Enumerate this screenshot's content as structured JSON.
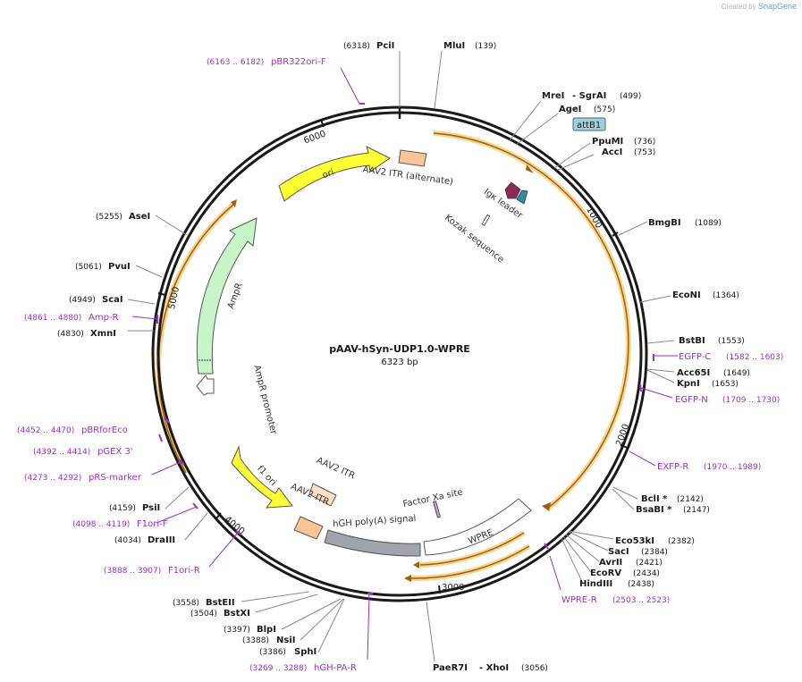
{
  "credit": {
    "prefix": "Created by",
    "brand": "SnapGene"
  },
  "plasmid": {
    "name": "pAAV-hSyn-UDP1.0-WPRE",
    "length_label": "6323 bp"
  },
  "ticks": [
    "1000",
    "2000",
    "3000",
    "4000",
    "5000",
    "6000"
  ],
  "features": [
    {
      "id": "ori",
      "label": "ori",
      "color": "#ffff33"
    },
    {
      "id": "aav2-itr-alt",
      "label": "AAV2 ITR (alternate)",
      "color": "#f9c596"
    },
    {
      "id": "attb1",
      "label": "attB1",
      "color": "#9fd0dc"
    },
    {
      "id": "igk-leader",
      "label": "Igκ leader",
      "color": "#8c2b58"
    },
    {
      "id": "kozak",
      "label": "Kozak sequence",
      "color": "#ffffff"
    },
    {
      "id": "ampr",
      "label": "AmpR",
      "color": "#c8f5c8"
    },
    {
      "id": "ampr-promoter",
      "label": "AmpR promoter",
      "color": "#ffffff"
    },
    {
      "id": "f1-ori",
      "label": "f1 ori",
      "color": "#ffff33"
    },
    {
      "id": "aav2-itr-1",
      "label": "AAV2 ITR",
      "color": "#fde0c4"
    },
    {
      "id": "aav2-itr-2",
      "label": "AAV2 ITR",
      "color": "#f9c596"
    },
    {
      "id": "hgh-polya",
      "label": "hGH poly(A) signal",
      "color": "#a0a4ac"
    },
    {
      "id": "factor-xa",
      "label": "Factor Xa site",
      "color": "#d9a0c0"
    },
    {
      "id": "wpre",
      "label": "WPRE",
      "color": "#ffffff"
    }
  ],
  "sites": [
    {
      "name": "PciI",
      "pos": "(6318)"
    },
    {
      "name": "MluI",
      "pos": "(139)"
    },
    {
      "name": "MreI",
      "name2": "- SgrAI",
      "pos": "(499)"
    },
    {
      "name": "AgeI",
      "pos": "(575)"
    },
    {
      "name": "PpuMI",
      "pos": "(736)"
    },
    {
      "name": "AccI",
      "pos": "(753)"
    },
    {
      "name": "BmgBI",
      "pos": "(1089)"
    },
    {
      "name": "EcoNI",
      "pos": "(1364)"
    },
    {
      "name": "BstBI",
      "pos": "(1553)"
    },
    {
      "name": "Acc65I",
      "pos": "(1649)"
    },
    {
      "name": "KpnI",
      "pos": "(1653)"
    },
    {
      "name": "BclI *",
      "pos": "(2142)"
    },
    {
      "name": "BsaBI *",
      "pos": "(2147)"
    },
    {
      "name": "Eco53kI",
      "pos": "(2382)"
    },
    {
      "name": "SacI",
      "pos": "(2384)"
    },
    {
      "name": "AvrII",
      "pos": "(2421)"
    },
    {
      "name": "EcoRV",
      "pos": "(2434)"
    },
    {
      "name": "HindIII",
      "pos": "(2438)"
    },
    {
      "name": "PaeR7I",
      "name2": "- XhoI",
      "pos": "(3056)"
    },
    {
      "name": "SphI",
      "pos": "(3386)"
    },
    {
      "name": "NsiI",
      "pos": "(3388)"
    },
    {
      "name": "BlpI",
      "pos": "(3397)"
    },
    {
      "name": "BstXI",
      "pos": "(3504)"
    },
    {
      "name": "BstEII",
      "pos": "(3558)"
    },
    {
      "name": "DraIII",
      "pos": "(4034)"
    },
    {
      "name": "PsiI",
      "pos": "(4159)"
    },
    {
      "name": "XmnI",
      "pos": "(4830)"
    },
    {
      "name": "ScaI",
      "pos": "(4949)"
    },
    {
      "name": "PvuI",
      "pos": "(5061)"
    },
    {
      "name": "AseI",
      "pos": "(5255)"
    }
  ],
  "primers": [
    {
      "name": "pBR322ori-F",
      "pos": "(6163 .. 6182)"
    },
    {
      "name": "EGFP-C",
      "pos": "(1582 .. 1603)"
    },
    {
      "name": "EGFP-N",
      "pos": "(1709 .. 1730)"
    },
    {
      "name": "EXFP-R",
      "pos": "(1970 .. 1989)"
    },
    {
      "name": "WPRE-R",
      "pos": "(2503 .. 2523)"
    },
    {
      "name": "hGH-PA-R",
      "pos": "(3269 .. 3288)"
    },
    {
      "name": "F1ori-R",
      "pos": "(3888 .. 3907)"
    },
    {
      "name": "F1ori-F",
      "pos": "(4098 .. 4119)"
    },
    {
      "name": "pRS-marker",
      "pos": "(4273 .. 4292)"
    },
    {
      "name": "pGEX 3'",
      "pos": "(4392 .. 4414)"
    },
    {
      "name": "pBRforEco",
      "pos": "(4452 .. 4470)"
    },
    {
      "name": "Amp-R",
      "pos": "(4861 .. 4880)"
    }
  ],
  "colors": {
    "backbone": "#1a1a1a",
    "site_line": "#8a8a8a",
    "primer": "#9b2fc9",
    "orf_glow": "#f9d48f",
    "orf_line": "#a0600a"
  }
}
